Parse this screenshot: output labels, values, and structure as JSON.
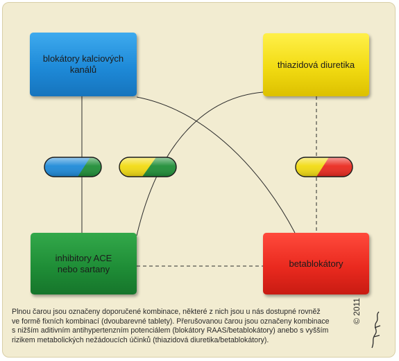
{
  "boxes": {
    "calcium_blockers": {
      "line1": "blokátory kalciových",
      "line2": "kanálů"
    },
    "thiazide": {
      "line1": "thiazidová diuretika"
    },
    "ace_inhibitors": {
      "line1": "inhibitory ACE",
      "line2": "nebo sartany"
    },
    "beta_blockers": {
      "line1": "betablokátory"
    }
  },
  "colors": {
    "blue": "#1e8ad8",
    "yellow": "#f2db12",
    "green": "#1f8e37",
    "red": "#ea2a1f",
    "background": "#f2ecd1"
  },
  "pills": [
    {
      "name": "blue-green",
      "left_color": "#1e8ad8",
      "right_color": "#1f8e37"
    },
    {
      "name": "yellow-green",
      "left_color": "#f2db12",
      "right_color": "#1f8e37"
    },
    {
      "name": "yellow-red",
      "left_color": "#f2db12",
      "right_color": "#ea2a1f"
    }
  ],
  "caption": {
    "line1": "Plnou čarou jsou označeny doporučené kombinace, některé z nich jsou u nás dostupné rovněž",
    "line2": "ve formě fixních kombinací (dvoubarevné tablety). Přerušovanou čarou jsou označeny kombinace",
    "line3": "s nižším aditivním antihypertenzním potenciálem (blokátory RAAS/betablokátory) anebo s vyšším",
    "line4": "rizikem metabolických nežádoucích účinků (thiazidová diuretika/betablokátory)."
  },
  "copyright": "© 2011"
}
